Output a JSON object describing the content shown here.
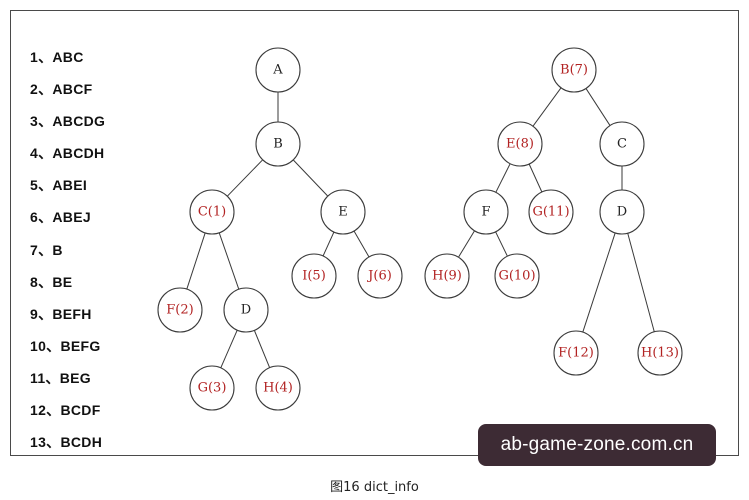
{
  "list_items": [
    "1、ABC",
    "2、ABCF",
    "3、ABCDG",
    "4、ABCDH",
    "5、ABEI",
    "6、ABEJ",
    "7、B",
    "8、BE",
    "9、BEFH",
    "10、BEFG",
    "11、BEG",
    "12、BCDF",
    "13、BCDH"
  ],
  "tree_left": {
    "nodes": [
      {
        "id": "A",
        "label": "A",
        "marked": false
      },
      {
        "id": "B",
        "label": "B",
        "marked": false
      },
      {
        "id": "C",
        "label": "C(1)",
        "marked": true
      },
      {
        "id": "E",
        "label": "E",
        "marked": false
      },
      {
        "id": "F",
        "label": "F(2)",
        "marked": true
      },
      {
        "id": "D",
        "label": "D",
        "marked": false
      },
      {
        "id": "I",
        "label": "I(5)",
        "marked": true
      },
      {
        "id": "J",
        "label": "J(6)",
        "marked": true
      },
      {
        "id": "G",
        "label": "G(3)",
        "marked": true
      },
      {
        "id": "H",
        "label": "H(4)",
        "marked": true
      }
    ],
    "edges": [
      [
        "A",
        "B"
      ],
      [
        "B",
        "C"
      ],
      [
        "B",
        "E"
      ],
      [
        "C",
        "F"
      ],
      [
        "C",
        "D"
      ],
      [
        "E",
        "I"
      ],
      [
        "E",
        "J"
      ],
      [
        "D",
        "G"
      ],
      [
        "D",
        "H"
      ]
    ]
  },
  "tree_right": {
    "nodes": [
      {
        "id": "B",
        "label": "B(7)",
        "marked": true
      },
      {
        "id": "E",
        "label": "E(8)",
        "marked": true
      },
      {
        "id": "C",
        "label": "C",
        "marked": false
      },
      {
        "id": "F",
        "label": "F",
        "marked": false
      },
      {
        "id": "G11",
        "label": "G(11)",
        "marked": true
      },
      {
        "id": "D",
        "label": "D",
        "marked": false
      },
      {
        "id": "H9",
        "label": "H(9)",
        "marked": true
      },
      {
        "id": "G10",
        "label": "G(10)",
        "marked": true
      },
      {
        "id": "F12",
        "label": "F(12)",
        "marked": true
      },
      {
        "id": "H13",
        "label": "H(13)",
        "marked": true
      }
    ],
    "edges": [
      [
        "B",
        "E"
      ],
      [
        "B",
        "C"
      ],
      [
        "E",
        "F"
      ],
      [
        "E",
        "G11"
      ],
      [
        "C",
        "D"
      ],
      [
        "F",
        "H9"
      ],
      [
        "F",
        "G10"
      ],
      [
        "D",
        "F12"
      ],
      [
        "D",
        "H13"
      ]
    ]
  },
  "colors": {
    "marked_text": "#b22222",
    "plain_text": "#222222"
  },
  "watermark": "ab-game-zone.com.cn",
  "caption": "图16 dict_info"
}
